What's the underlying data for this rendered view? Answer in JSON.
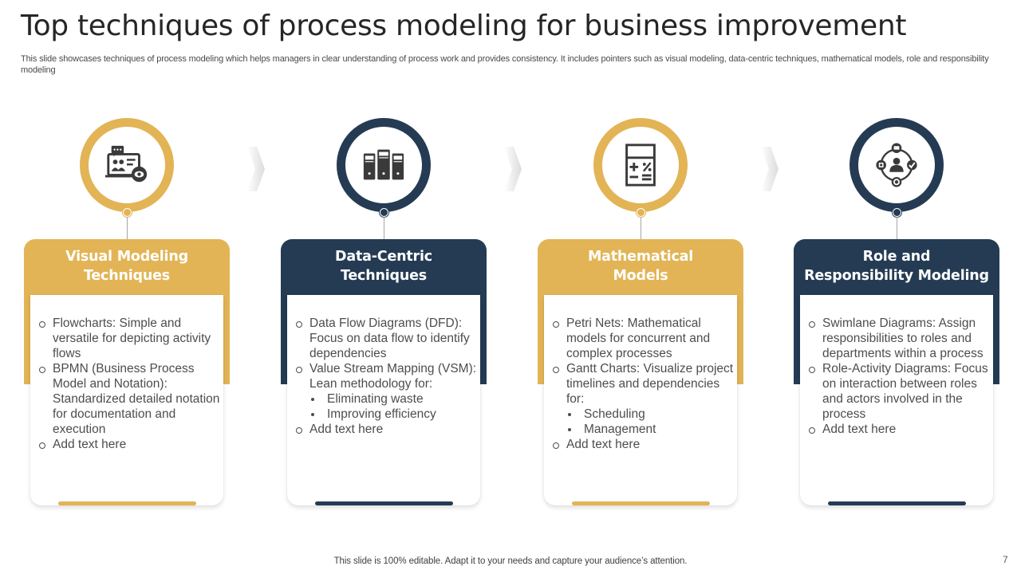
{
  "slide": {
    "title": "Top techniques of process modeling for business improvement",
    "subtitle": "This slide showcases techniques of process modeling which helps managers in clear understanding of process work and provides consistency. It includes pointers such as visual modeling, data-centric techniques, mathematical models, role and responsibility modeling",
    "footer": "This slide is 100% editable. Adapt it to your needs and capture your audience’s attention.",
    "page_number": "7"
  },
  "colors": {
    "gold": "#E2B455",
    "navy": "#243B53",
    "icon": "#3A3A3A"
  },
  "columns": [
    {
      "title_line1": "Visual Modeling",
      "title_line2": "Techniques",
      "accent": "gold",
      "icon": "presentation-eye-icon",
      "items": [
        {
          "text": "Flowcharts: Simple and versatile for depicting activity flows",
          "level": 1
        },
        {
          "text": "BPMN (Business Process Model and Notation): Standardized detailed notation for documentation and execution",
          "level": 1
        },
        {
          "text": "Add text here",
          "level": 1
        }
      ]
    },
    {
      "title_line1": "Data-Centric",
      "title_line2": "Techniques",
      "accent": "navy",
      "icon": "servers-icon",
      "items": [
        {
          "text": "Data Flow Diagrams (DFD): Focus on data flow to identify dependencies",
          "level": 1
        },
        {
          "text": "Value Stream Mapping (VSM): Lean methodology for:",
          "level": 1
        },
        {
          "text": "Eliminating waste",
          "level": 2
        },
        {
          "text": "Improving efficiency",
          "level": 2
        },
        {
          "text": "Add text here",
          "level": 1
        }
      ]
    },
    {
      "title_line1": "Mathematical",
      "title_line2": "Models",
      "accent": "gold",
      "icon": "calculator-icon",
      "items": [
        {
          "text": "Petri Nets: Mathematical models for concurrent and complex processes",
          "level": 1
        },
        {
          "text": "Gantt Charts: Visualize project timelines and dependencies for:",
          "level": 1
        },
        {
          "text": "Scheduling",
          "level": 2
        },
        {
          "text": "Management",
          "level": 2
        },
        {
          "text": "Add text here",
          "level": 1
        }
      ]
    },
    {
      "title_line1": "Role and",
      "title_line2": "Responsibility Modeling",
      "accent": "navy",
      "icon": "role-network-icon",
      "items": [
        {
          "text": "Swimlane Diagrams: Assign responsibilities to roles and departments within a process",
          "level": 1
        },
        {
          "text": "Role-Activity Diagrams: Focus on interaction between roles and actors involved in the process",
          "level": 1
        },
        {
          "text": "Add text here",
          "level": 1
        }
      ]
    }
  ]
}
